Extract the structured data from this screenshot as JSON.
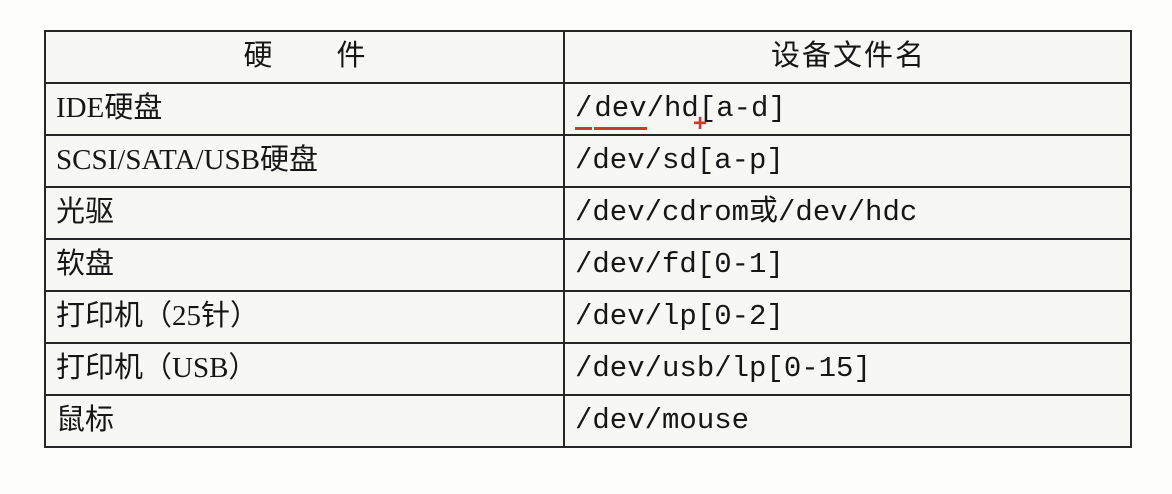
{
  "table": {
    "title_semantics": "Linux hardware to device-file-name mapping table",
    "border_color": "#262626",
    "annotation_color": "#cf3a28",
    "header": {
      "hardware": "硬　　件",
      "device": "设备文件名"
    },
    "rows": [
      {
        "hardware": "IDE硬盘",
        "device": "/dev/hd[a-d]",
        "annotated_device_segments": [
          {
            "text": "/",
            "underline": true,
            "plus": false
          },
          {
            "text": "dev",
            "underline": true,
            "plus": false
          },
          {
            "text": "/hd",
            "underline": false,
            "plus": false
          },
          {
            "text": "+",
            "underline": false,
            "plus": true
          },
          {
            "text": "[a-d]",
            "underline": false,
            "plus": false
          }
        ]
      },
      {
        "hardware": "SCSI/SATA/USB硬盘",
        "device": "/dev/sd[a-p]"
      },
      {
        "hardware": "光驱",
        "device": "/dev/cdrom或/dev/hdc"
      },
      {
        "hardware": "软盘",
        "device": "/dev/fd[0-1]"
      },
      {
        "hardware": "打印机（25针）",
        "device": "/dev/lp[0-2]"
      },
      {
        "hardware": "打印机（USB）",
        "device": "/dev/usb/lp[0-15]"
      },
      {
        "hardware": "鼠标",
        "device": "/dev/mouse"
      }
    ]
  }
}
